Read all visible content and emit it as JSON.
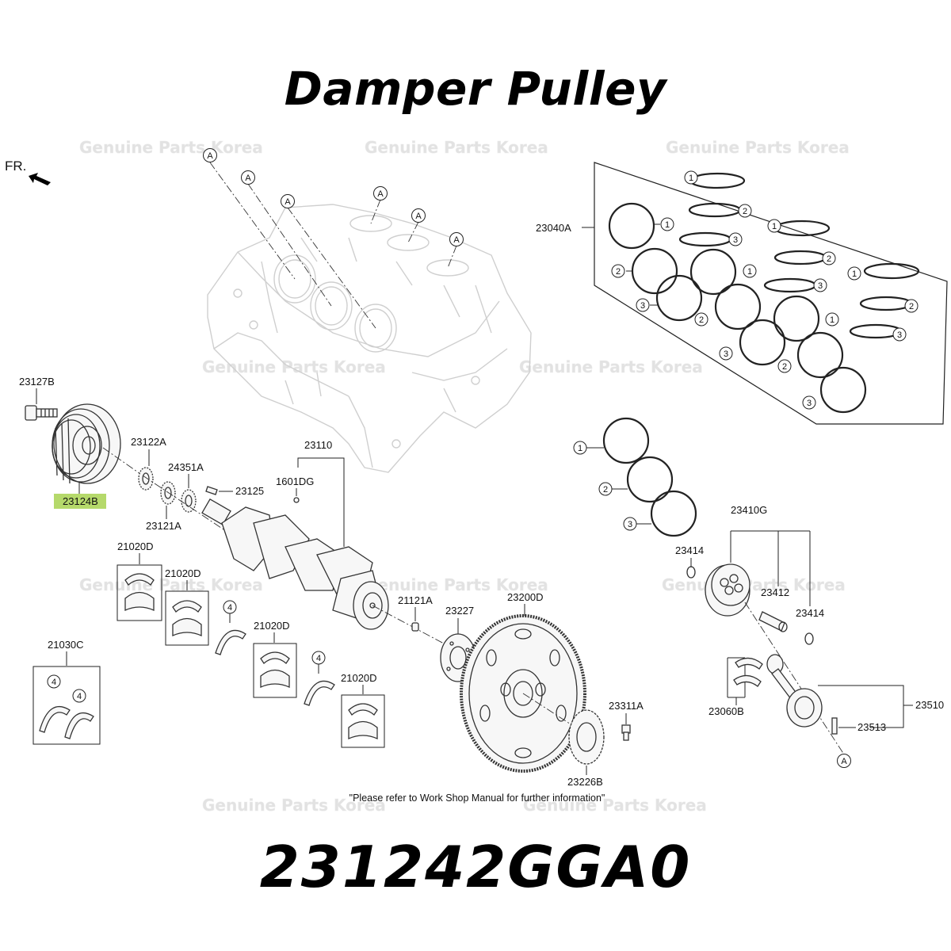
{
  "title": "Damper Pulley",
  "part_number": "231242GGA0",
  "front_indicator": "FR.",
  "watermark": "Genuine Parts Korea",
  "note": "\"Please refer to Work Shop Manual for further information\"",
  "highlight_color": "#b5d96b",
  "ref_marker": "A",
  "labels": {
    "l23127B": "23127B",
    "l23124B": "23124B",
    "l23122A": "23122A",
    "l23121A": "23121A",
    "l24351A": "24351A",
    "l23125": "23125",
    "l1601DG": "1601DG",
    "l23110": "23110",
    "l21020D_1": "21020D",
    "l21020D_2": "21020D",
    "l21020D_3": "21020D",
    "l21020D_4": "21020D",
    "l21030C": "21030C",
    "l21121A": "21121A",
    "l23227": "23227",
    "l23200D": "23200D",
    "l23311A": "23311A",
    "l23226B": "23226B",
    "l23040A": "23040A",
    "l23410G": "23410G",
    "l23414_1": "23414",
    "l23414_2": "23414",
    "l23412": "23412",
    "l23060B": "23060B",
    "l23510": "23510",
    "l23513": "23513"
  },
  "callouts": {
    "one": "1",
    "two": "2",
    "three": "3",
    "four": "4"
  }
}
